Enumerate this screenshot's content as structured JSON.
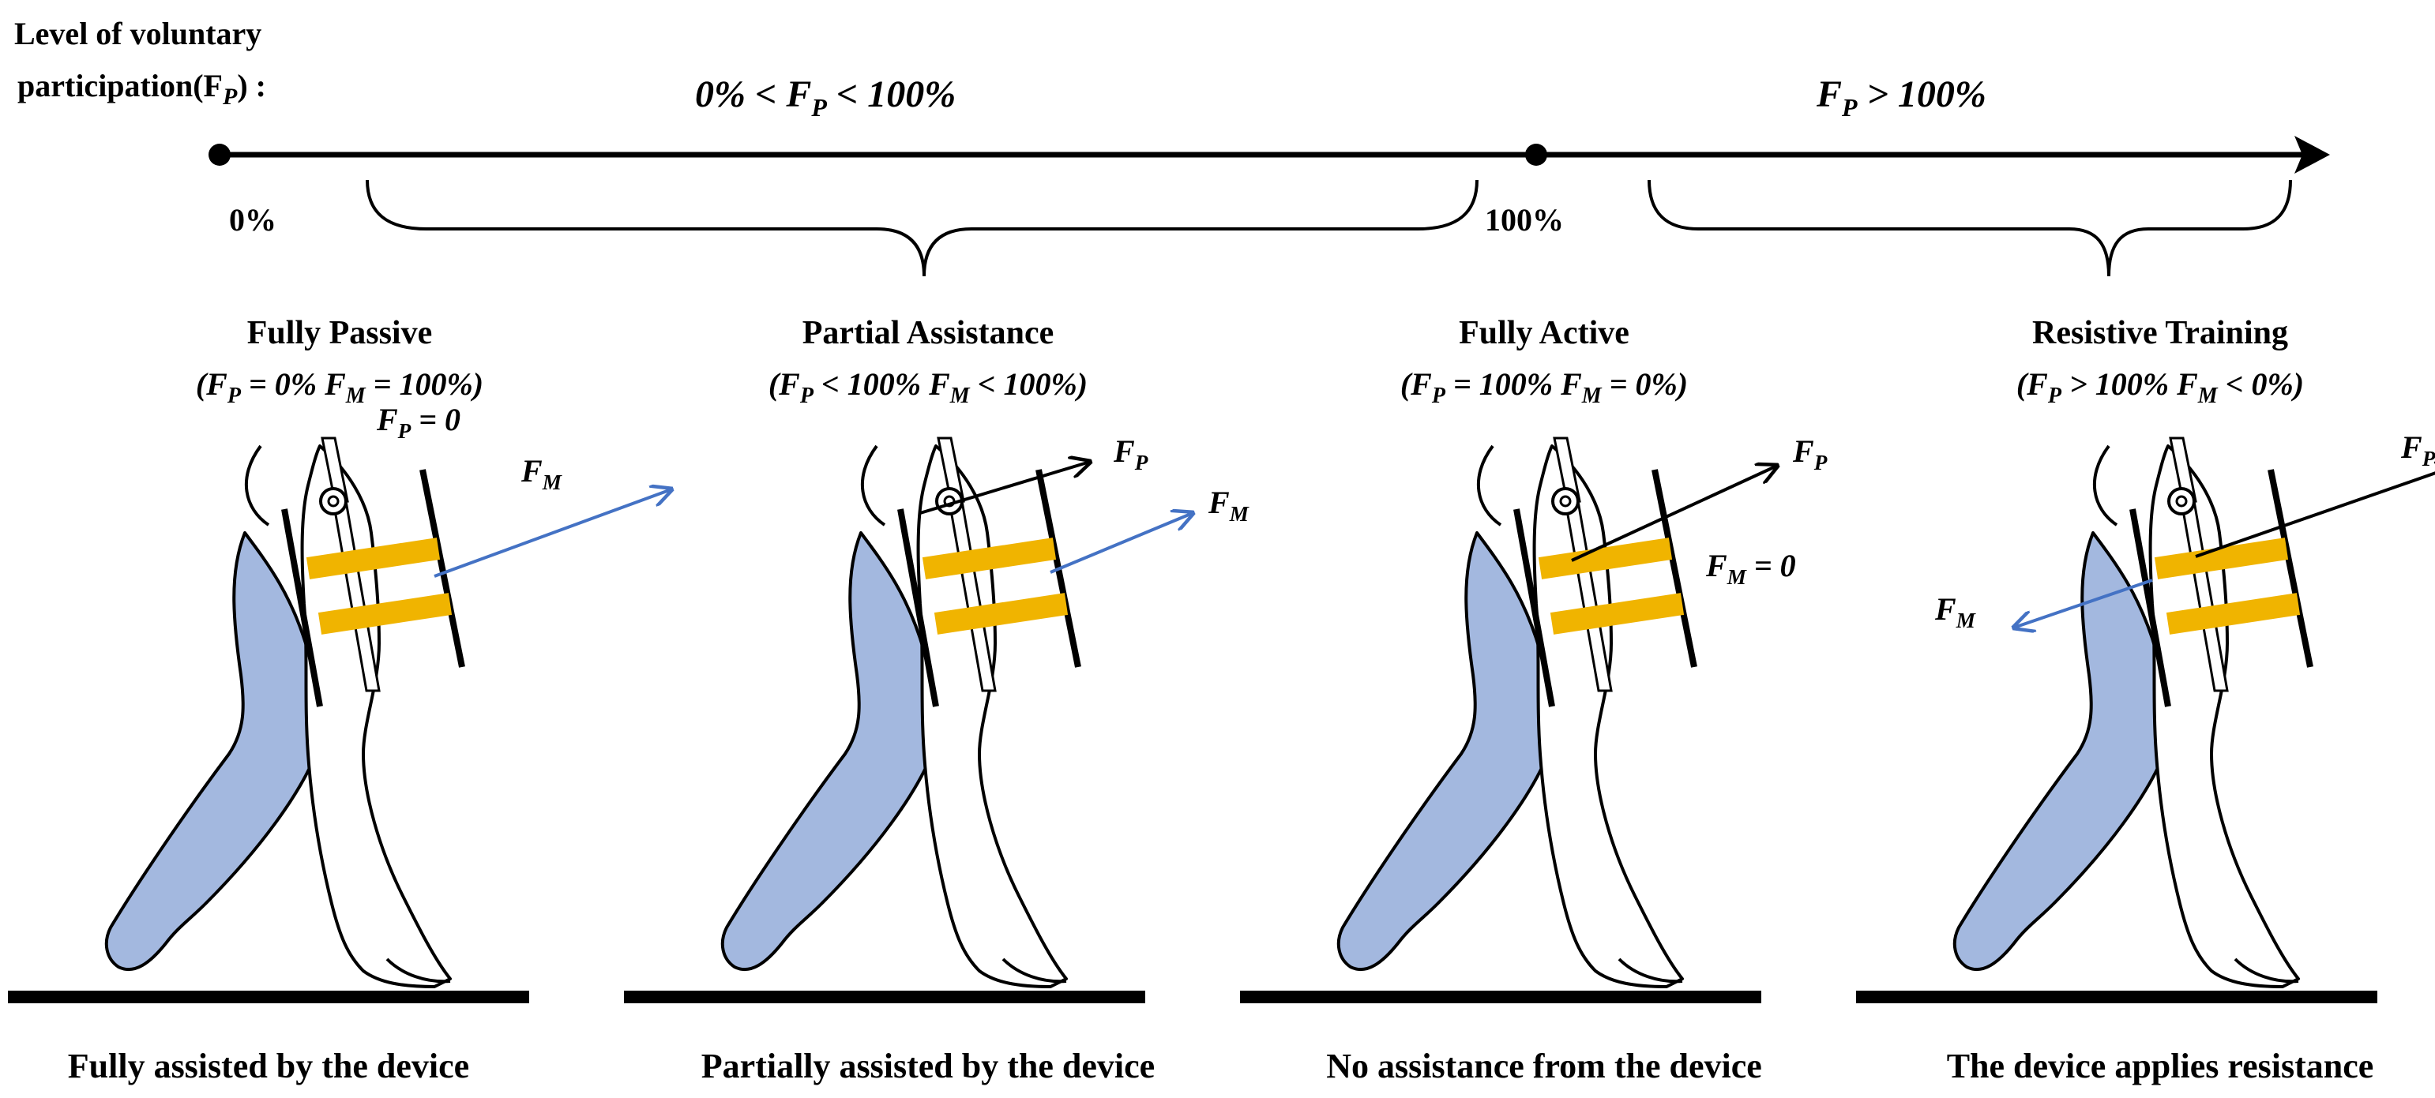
{
  "axis": {
    "label_line1": "Level of voluntary",
    "label_line2": "participation(F",
    "label_sub": "P",
    "label_end": ") :",
    "start_label": "0%",
    "mid_label": "100%",
    "range1": {
      "pre": "0% < F",
      "sub": "P",
      "post": " < 100%"
    },
    "range2": {
      "pre": "F",
      "sub": "P",
      "post": " > 100%"
    }
  },
  "colors": {
    "leg_blue": "#a3b8df",
    "device_arrow_blue": "#4472c4",
    "strap_yellow": "#f0b400",
    "axis_black": "#000000"
  },
  "modes": [
    {
      "title": "Fully Passive",
      "cond": {
        "a_pre": "(F",
        "a_sub": "P",
        "a_post": " = 0%  ",
        "b_pre": "F",
        "b_sub": "M",
        "b_post": " = 100%)"
      },
      "caption": "Fully assisted by the device",
      "fp_note": {
        "pre": "F",
        "sub": "P",
        "post": " = 0"
      },
      "fm_label": {
        "pre": "F",
        "sub": "M",
        "post": ""
      },
      "fp_label": null,
      "fm_zero_note": null
    },
    {
      "title": "Partial Assistance",
      "cond": {
        "a_pre": "(F",
        "a_sub": "P",
        "a_post": " < 100%  ",
        "b_pre": "F",
        "b_sub": "M",
        "b_post": " < 100%)"
      },
      "caption": "Partially assisted by the device",
      "fp_note": null,
      "fm_label": {
        "pre": "F",
        "sub": "M",
        "post": ""
      },
      "fp_label": {
        "pre": "F",
        "sub": "P",
        "post": ""
      },
      "fm_zero_note": null
    },
    {
      "title": "Fully Active",
      "cond": {
        "a_pre": "(F",
        "a_sub": "P",
        "a_post": " = 100%  ",
        "b_pre": "F",
        "b_sub": "M",
        "b_post": " = 0%)"
      },
      "caption": "No assistance from the device",
      "fp_note": null,
      "fm_label": null,
      "fp_label": {
        "pre": "F",
        "sub": "P",
        "post": ""
      },
      "fm_zero_note": {
        "pre": "F",
        "sub": "M",
        "post": " = 0"
      }
    },
    {
      "title": "Resistive Training",
      "cond": {
        "a_pre": "(F",
        "a_sub": "P",
        "a_post": " > 100%  ",
        "b_pre": "F",
        "b_sub": "M",
        "b_post": " < 0%)"
      },
      "caption": "The device applies resistance",
      "fp_note": null,
      "fm_label": {
        "pre": "F",
        "sub": "M",
        "post": ""
      },
      "fp_label": {
        "pre": "F",
        "sub": "P",
        "post": ""
      },
      "fm_zero_note": null
    }
  ]
}
